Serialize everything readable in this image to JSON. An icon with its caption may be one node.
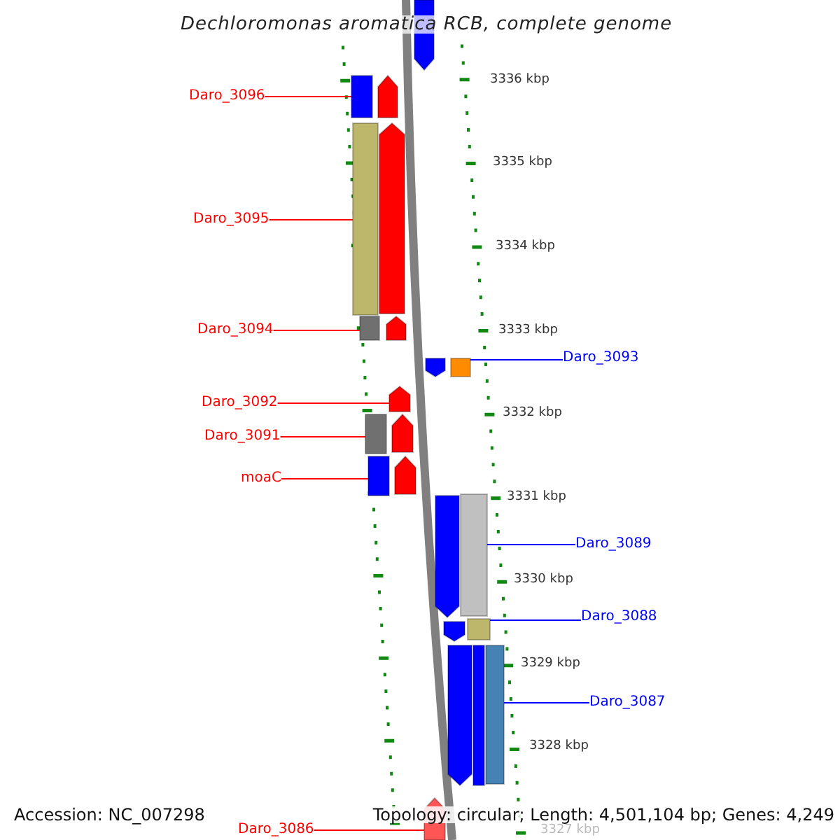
{
  "diagram": {
    "title": "Dechloromonas aromatica RCB, complete genome",
    "nodes": [
      {
        "text": [
          "Daro_3096"
        ]
      },
      {
        "text": [
          "Daro_3095"
        ]
      },
      {
        "text": [
          "Daro_3094"
        ]
      },
      {
        "text": [
          "Daro_3093"
        ]
      },
      {
        "text": [
          "Daro_3092"
        ]
      },
      {
        "text": [
          "Daro_3091"
        ]
      },
      {
        "text": [
          "moaC"
        ]
      },
      {
        "text": [
          "Daro_3089"
        ]
      },
      {
        "text": [
          "Daro_3088"
        ]
      },
      {
        "text": [
          "Daro_3087"
        ]
      },
      {
        "text": [
          "Daro_3086"
        ]
      },
      {
        "text": [],
        "shape": "pentagon"
      },
      {
        "text": [],
        "shape": "bar"
      },
      {
        "text": [],
        "shape": "pentagon"
      },
      {
        "text": [],
        "shape": "bar"
      },
      {
        "text": [],
        "shape": "pentagon"
      },
      {
        "text": [],
        "shape": "bar"
      },
      {
        "text": [],
        "shape": "pentagon"
      },
      {
        "text": [],
        "shape": "pentagon"
      },
      {
        "text": [],
        "shape": "bar"
      },
      {
        "text": [],
        "shape": "pentagon"
      },
      {
        "text": [],
        "shape": "bar"
      },
      {
        "text": [],
        "shape": "pentagon"
      },
      {
        "text": [],
        "shape": "bar"
      },
      {
        "text": [],
        "shape": "pentagon"
      },
      {
        "text": [],
        "shape": "pentagon"
      },
      {
        "text": [],
        "shape": "bar"
      },
      {
        "text": [],
        "shape": "pentagon"
      },
      {
        "text": [],
        "shape": "bar"
      },
      {
        "text": [],
        "shape": "pentagon"
      },
      {
        "text": [],
        "shape": "bar"
      },
      {
        "text": [],
        "shape": "bar"
      },
      {
        "text": [],
        "shape": "pentagon"
      }
    ],
    "edges": [
      {
        "from": 0,
        "to": 12,
        "arrow": "none"
      },
      {
        "from": 1,
        "to": 14,
        "arrow": "none"
      },
      {
        "from": 2,
        "to": 16,
        "arrow": "none"
      },
      {
        "from": 3,
        "to": 19,
        "arrow": "none",
        "color": "#0000ff"
      },
      {
        "from": 4,
        "to": 20,
        "arrow": "none"
      },
      {
        "from": 5,
        "to": 21,
        "arrow": "none"
      },
      {
        "from": 6,
        "to": 23,
        "arrow": "none"
      },
      {
        "from": 7,
        "to": 26,
        "arrow": "none",
        "color": "#0000ff"
      },
      {
        "from": 8,
        "to": 28,
        "arrow": "none",
        "color": "#0000ff"
      },
      {
        "from": 9,
        "to": 31,
        "arrow": "none",
        "color": "#0000ff"
      },
      {
        "from": 10,
        "to": 32,
        "arrow": "none"
      }
    ],
    "labels": [
      "3336 kbp",
      "3335 kbp",
      "3334 kbp",
      "3333 kbp",
      "3332 kbp",
      "3331 kbp",
      "3330 kbp",
      "3329 kbp",
      "3328 kbp",
      "3327 kbp",
      "Accession: NC_007298",
      "Topology: circular; Length: 4,501,104 bp; Genes: 4,249"
    ]
  }
}
